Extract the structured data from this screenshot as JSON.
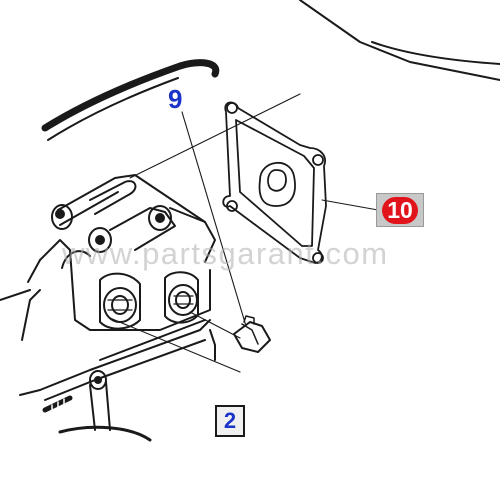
{
  "callouts": {
    "part_9": "9",
    "part_10": "10",
    "part_2": "2"
  },
  "watermark": "www.partsgarant.com",
  "colors": {
    "line": "#1a1a1a",
    "callout_blue": "#1a33c8",
    "badge_red": "#e2141b",
    "badge_bg": "#c8c8c8"
  }
}
